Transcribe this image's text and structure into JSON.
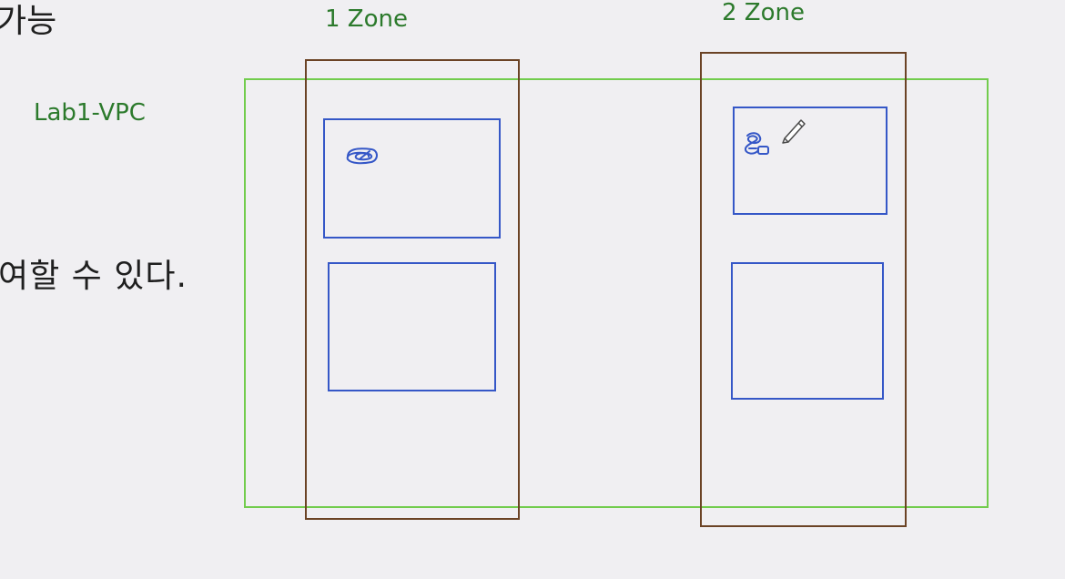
{
  "text": {
    "korean_line_1": "가능",
    "korean_line_2": "여할 수 있다."
  },
  "diagram": {
    "vpc_label": "Lab1-VPC",
    "zones": [
      {
        "label": "1 Zone"
      },
      {
        "label": "2 Zone"
      }
    ]
  },
  "colors": {
    "vpc_border": "#72cc4d",
    "zone_border": "#6b4325",
    "subnet_border": "#3557c7",
    "label_green": "#2c7a2c",
    "background": "#f0eff2"
  },
  "icons": {
    "scribble_zone1": "scribble-icon",
    "scribble_zone2": "scribble-icon",
    "cursor": "pencil-cursor-icon"
  }
}
